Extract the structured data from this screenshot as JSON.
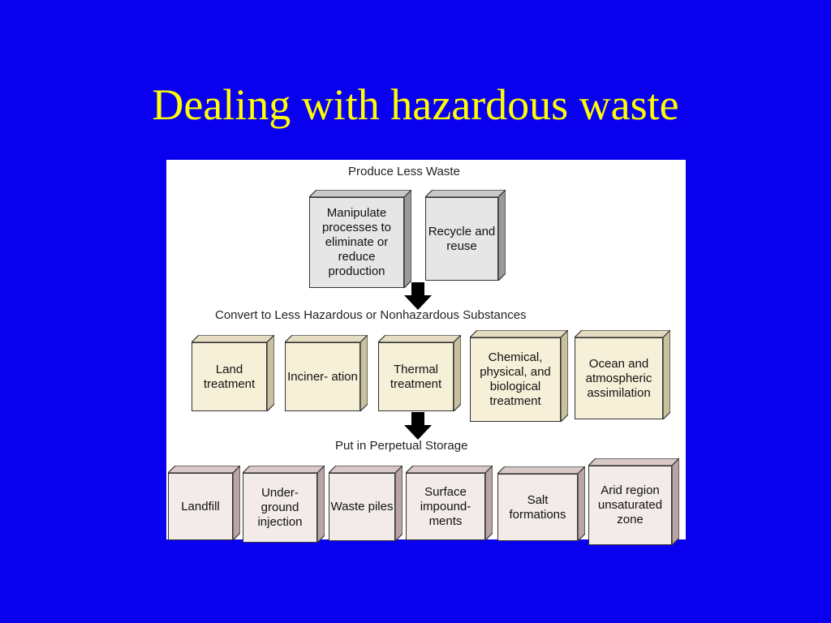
{
  "title": "Dealing with hazardous waste",
  "diagram": {
    "sections": [
      {
        "label": "Produce Less Waste",
        "boxes": [
          "Manipulate processes to eliminate or reduce production",
          "Recycle and reuse"
        ]
      },
      {
        "label": "Convert to Less Hazardous or Nonhazardous Substances",
        "boxes": [
          "Land treatment",
          "Inciner- ation",
          "Thermal treatment",
          "Chemical, physical, and biological treatment",
          "Ocean and atmospheric assimilation"
        ]
      },
      {
        "label": "Put in Perpetual Storage",
        "boxes": [
          "Landfill",
          "Under- ground injection",
          "Waste piles",
          "Surface impound- ments",
          "Salt formations",
          "Arid region unsaturated zone"
        ]
      }
    ]
  }
}
